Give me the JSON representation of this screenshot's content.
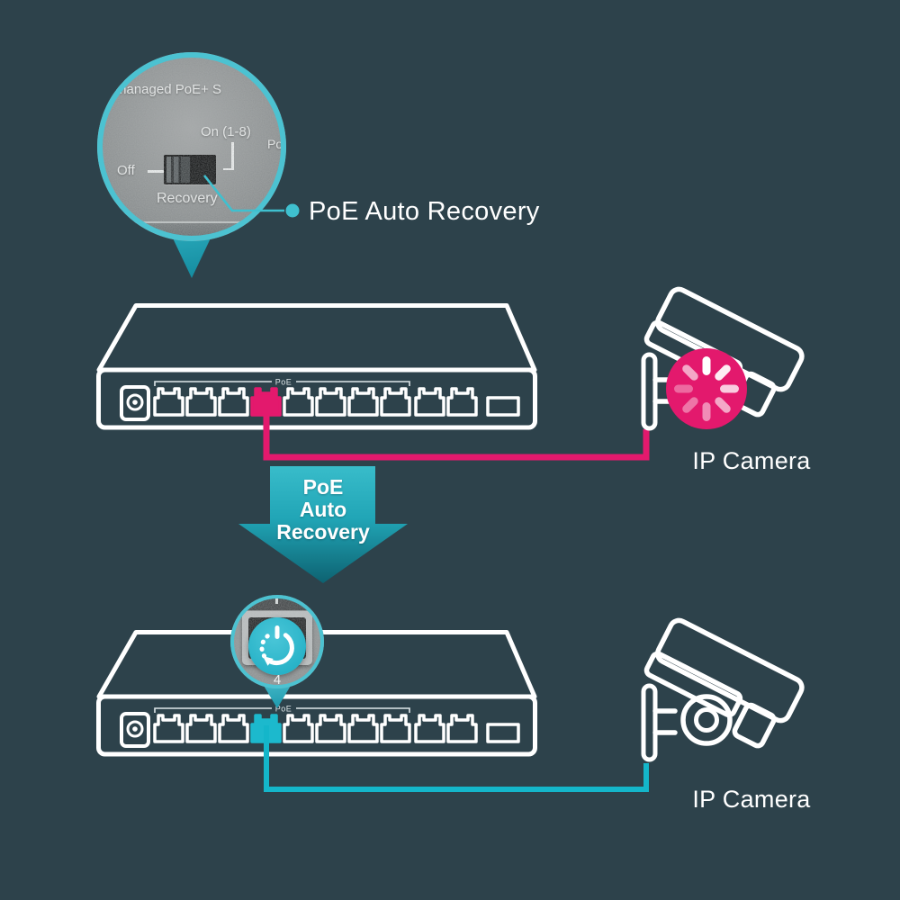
{
  "colors": {
    "background": "#2d424b",
    "accent_pink": "#e3196d",
    "accent_teal": "#1cb9cd",
    "bubble_ring_teal": "#4cc2d1",
    "arrow_gradient_top": "#38bcca",
    "arrow_gradient_bottom": "#0d6271",
    "line_white": "#ffffff"
  },
  "switch_zoom": {
    "title_fragment": "managed PoE+ S",
    "power_fragment": "Po",
    "on_label": "On (1-8)",
    "off_label": "Off",
    "recovery_label": "Recovery"
  },
  "top_callout": {
    "label": "PoE Auto Recovery"
  },
  "switch_top": {
    "poe_group_label": "PoE"
  },
  "switch_bottom": {
    "poe_group_label": "PoE"
  },
  "camera_top": {
    "label": "IP Camera"
  },
  "camera_bottom": {
    "label": "IP Camera"
  },
  "process_arrow": {
    "line1": "PoE",
    "line2": "Auto",
    "line3": "Recovery"
  },
  "port_zoom": {
    "port_number": "4"
  }
}
